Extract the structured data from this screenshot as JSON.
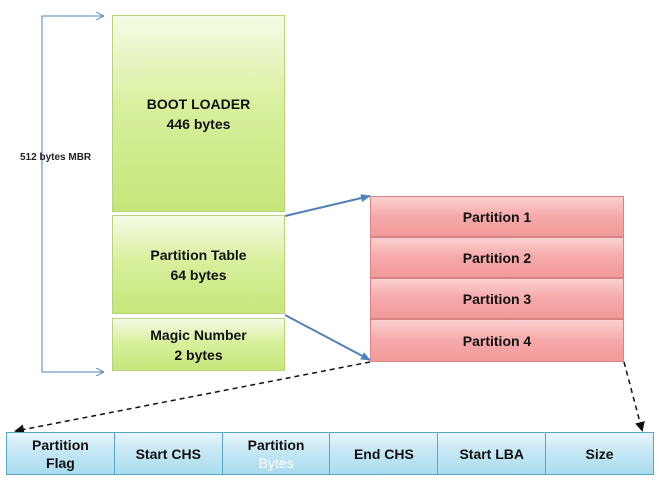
{
  "mbr": {
    "size_label": "512 bytes MBR",
    "boot_loader": {
      "title": "BOOT LOADER",
      "size": "446 bytes"
    },
    "partition_table": {
      "title": "Partition Table",
      "size": "64 bytes"
    },
    "magic_number": {
      "title": "Magic Number",
      "size": "2 bytes"
    }
  },
  "partitions": [
    "Partition 1",
    "Partition 2",
    "Partition 3",
    "Partition 4"
  ],
  "entry_fields": [
    {
      "line1": "Partition",
      "line2": "Flag"
    },
    {
      "line1": "Start CHS",
      "line2": ""
    },
    {
      "line1": "Partition",
      "line2": "Bytes"
    },
    {
      "line1": "End CHS",
      "line2": ""
    },
    {
      "line1": "Start LBA",
      "line2": ""
    },
    {
      "line1": "Size",
      "line2": ""
    }
  ],
  "colors": {
    "green": "#d9f09e",
    "red": "#f6a9a9",
    "blue": "#c3e7f4",
    "arrow": "#4f81bd",
    "dashed": "#111111"
  }
}
